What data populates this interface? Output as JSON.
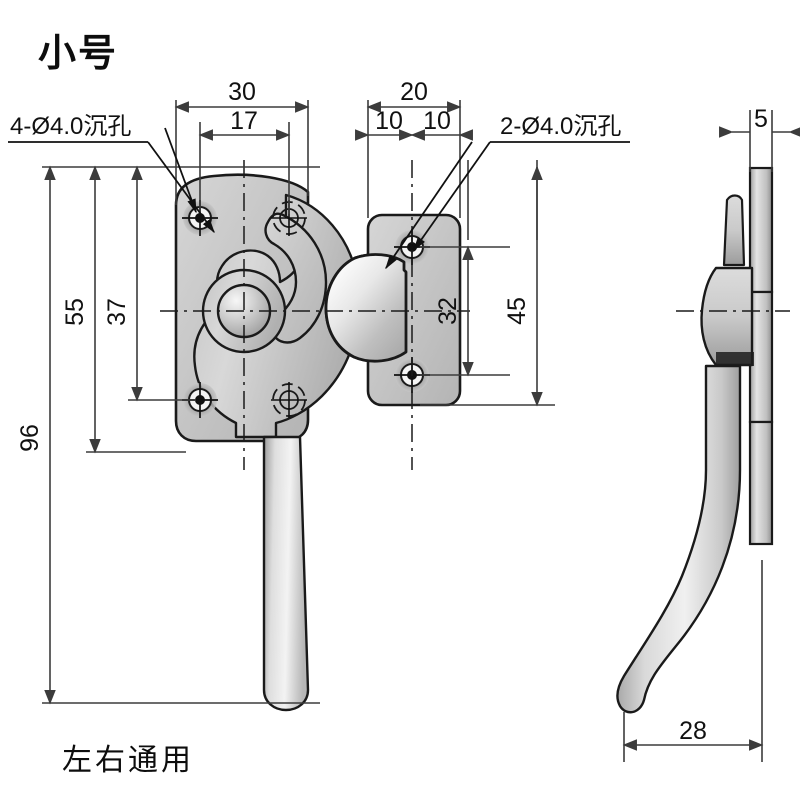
{
  "drawing": {
    "title": "小号",
    "footnote": "左右通用",
    "units": "mm",
    "type": "mechanical-engineering-drawing",
    "subject": "cam lever latch / handle lock",
    "views": [
      "front",
      "side"
    ]
  },
  "leaders": {
    "left_hole_note": "4-Ø4.0沉孔",
    "right_hole_note": "2-Ø4.0沉孔"
  },
  "dimensions": {
    "front_horizontal": [
      {
        "name": "base-plate-width",
        "value": "30"
      },
      {
        "name": "base-plate-hole-spacing",
        "value": "17"
      },
      {
        "name": "strike-plate-width",
        "value": "20"
      },
      {
        "name": "strike-half-left",
        "value": "10"
      },
      {
        "name": "strike-half-right",
        "value": "10"
      }
    ],
    "front_vertical": [
      {
        "name": "overall-height",
        "value": "96"
      },
      {
        "name": "base-plate-height",
        "value": "55"
      },
      {
        "name": "base-plate-hole-pitch",
        "value": "37"
      },
      {
        "name": "strike-hole-pitch",
        "value": "32"
      },
      {
        "name": "strike-plate-height",
        "value": "45"
      }
    ],
    "side": [
      {
        "name": "plate-thickness",
        "value": "5"
      },
      {
        "name": "handle-projection",
        "value": "28"
      }
    ]
  },
  "colors": {
    "line": "#1a1a1a",
    "dim_line": "#3c3c3c",
    "metal_light": "#f2f2f2",
    "metal_mid": "#c8c8c8",
    "metal_dark": "#8e8e8e",
    "plate_fill": "#c9c9c9",
    "background": "#ffffff"
  },
  "chart_data": {
    "type": "table",
    "title": "小号 — 左右通用",
    "categories": [
      "30",
      "17",
      "20",
      "10",
      "10",
      "96",
      "55",
      "37",
      "32",
      "45",
      "5",
      "28"
    ],
    "values": [
      30,
      17,
      20,
      10,
      10,
      96,
      55,
      37,
      32,
      45,
      5,
      28
    ]
  }
}
